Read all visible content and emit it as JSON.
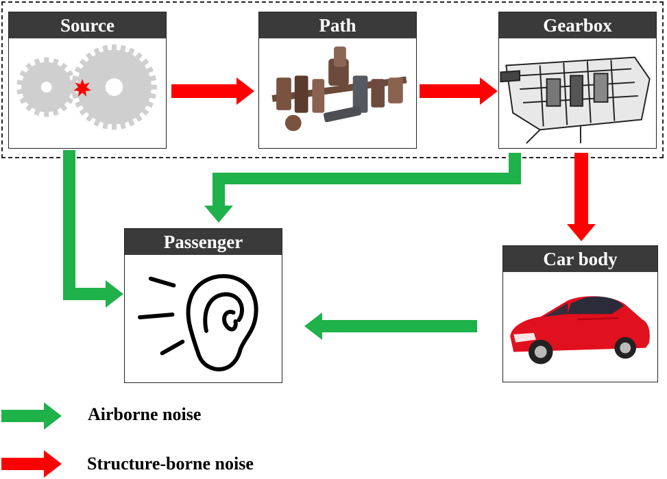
{
  "nodes": {
    "source": {
      "title": "Source"
    },
    "path": {
      "title": "Path"
    },
    "gearbox": {
      "title": "Gearbox"
    },
    "passenger": {
      "title": "Passenger"
    },
    "car_body": {
      "title": "Car body"
    }
  },
  "legend": {
    "airborne": {
      "label": "Airborne noise",
      "color": "#1fb14a"
    },
    "structure": {
      "label": "Structure-borne noise",
      "color": "#ff0000"
    }
  },
  "colors": {
    "header": "#3a3a3a",
    "airborne": "#1fb14a",
    "structure": "#ff0000"
  }
}
